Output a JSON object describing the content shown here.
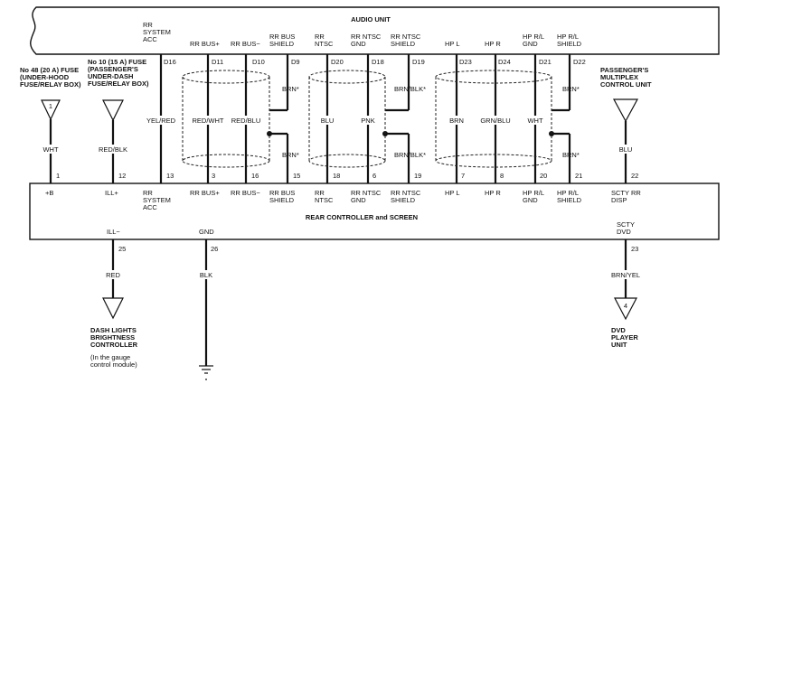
{
  "audio_unit": {
    "title": "AUDIO UNIT",
    "headers": [
      {
        "id": "rr_sys",
        "lines": [
          "RR",
          "SYSTEM",
          "ACC"
        ]
      },
      {
        "id": "bus_p",
        "lines": [
          "RR BUS+"
        ]
      },
      {
        "id": "bus_m",
        "lines": [
          "RR BUS−"
        ]
      },
      {
        "id": "bus_sh",
        "lines": [
          "RR BUS",
          "SHIELD"
        ]
      },
      {
        "id": "ntsc",
        "lines": [
          "RR",
          "NTSC"
        ]
      },
      {
        "id": "ntsc_gnd",
        "lines": [
          "RR NTSC",
          "GND"
        ]
      },
      {
        "id": "ntsc_sh",
        "lines": [
          "RR NTSC",
          "SHIELD"
        ]
      },
      {
        "id": "hpl",
        "lines": [
          "HP L"
        ]
      },
      {
        "id": "hpr",
        "lines": [
          "HP R"
        ]
      },
      {
        "id": "hp_gnd",
        "lines": [
          "HP R/L",
          "GND"
        ]
      },
      {
        "id": "hp_sh",
        "lines": [
          "HP R/L",
          "SHIELD"
        ]
      }
    ],
    "pins": [
      "D16",
      "D11",
      "D10",
      "D9",
      "D20",
      "D18",
      "D19",
      "D23",
      "D24",
      "D21",
      "D22"
    ]
  },
  "fuses": [
    {
      "id": "fuse48",
      "lines": [
        "No 48 (20 A) FUSE",
        "(UNDER-HOOD",
        "FUSE/RELAY BOX)"
      ],
      "marker": "1"
    },
    {
      "id": "fuse10",
      "lines": [
        "No 10 (15 A) FUSE",
        "(PASSENGER'S",
        "UNDER-DASH",
        "FUSE/RELAY BOX)"
      ],
      "marker": ""
    }
  ],
  "multiplex": {
    "lines": [
      "PASSENGER'S",
      "MULTIPLEX",
      "CONTROL UNIT"
    ]
  },
  "wire_colors": {
    "c1": "WHT",
    "c12": "RED/BLK",
    "c13": "YEL/RED",
    "c3": "RED/WHT",
    "c16": "RED/BLU",
    "c15_top": "BRN*",
    "c15_bot": "BRN*",
    "c18": "BLU",
    "c6": "PNK",
    "c19_top": "BRN/BLK*",
    "c19_bot": "BRN/BLK*",
    "c7": "BRN",
    "c8": "GRN/BLU",
    "c20": "WHT",
    "c21_top": "BRN*",
    "c21_bot": "BRN*",
    "c22": "BLU",
    "c25": "RED",
    "c26": "BLK",
    "c23": "BRN/YEL"
  },
  "rear_controller": {
    "title": "REAR CONTROLLER and SCREEN",
    "top_pins": [
      "1",
      "12",
      "13",
      "3",
      "16",
      "15",
      "18",
      "6",
      "19",
      "7",
      "8",
      "20",
      "21",
      "22"
    ],
    "top_labels": [
      {
        "id": "b",
        "lines": [
          "+B"
        ]
      },
      {
        "id": "ill_p",
        "lines": [
          "ILL+"
        ]
      },
      {
        "id": "rr_sys",
        "lines": [
          "RR",
          "SYSTEM",
          "ACC"
        ]
      },
      {
        "id": "bus_p",
        "lines": [
          "RR BUS+"
        ]
      },
      {
        "id": "bus_m",
        "lines": [
          "RR BUS−"
        ]
      },
      {
        "id": "bus_sh",
        "lines": [
          "RR BUS",
          "SHIELD"
        ]
      },
      {
        "id": "ntsc",
        "lines": [
          "RR",
          "NTSC"
        ]
      },
      {
        "id": "ntsc_gnd",
        "lines": [
          "RR NTSC",
          "GND"
        ]
      },
      {
        "id": "ntsc_sh",
        "lines": [
          "RR NTSC",
          "SHIELD"
        ]
      },
      {
        "id": "hpl",
        "lines": [
          "HP L"
        ]
      },
      {
        "id": "hpr",
        "lines": [
          "HP R"
        ]
      },
      {
        "id": "hp_gnd",
        "lines": [
          "HP R/L",
          "GND"
        ]
      },
      {
        "id": "hp_sh",
        "lines": [
          "HP R/L",
          "SHIELD"
        ]
      },
      {
        "id": "scty_disp",
        "lines": [
          "SCTY RR",
          "DISP"
        ]
      }
    ],
    "bottom_labels": [
      {
        "id": "ill_m",
        "lines": [
          "ILL−"
        ]
      },
      {
        "id": "gnd",
        "lines": [
          "GND"
        ]
      },
      {
        "id": "scty_dvd",
        "lines": [
          "SCTY",
          "DVD"
        ]
      }
    ],
    "bottom_pins": [
      "25",
      "26",
      "23"
    ]
  },
  "dash_lights": {
    "lines": [
      "DASH LIGHTS",
      "BRIGHTNESS",
      "CONTROLLER"
    ],
    "note": [
      "(In the gauge",
      "control module)"
    ]
  },
  "dvd_player": {
    "lines": [
      "DVD",
      "PLAYER",
      "UNIT"
    ],
    "marker": "4"
  }
}
